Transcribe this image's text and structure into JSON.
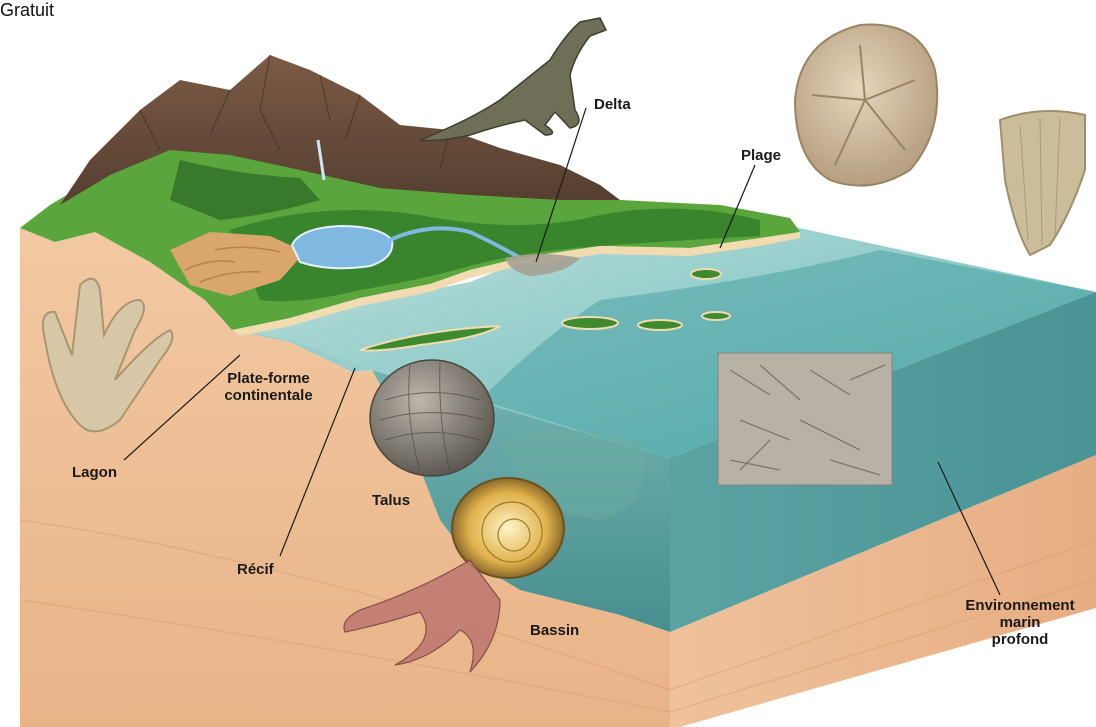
{
  "corner_text": "Gratuit",
  "labels": {
    "delta": "Delta",
    "plage": "Plage",
    "plateforme_line1": "Plate-forme",
    "plateforme_line2": "continentale",
    "lagon": "Lagon",
    "talus": "Talus",
    "recif": "Récif",
    "bassin": "Bassin",
    "env_line1": "Environnement",
    "env_line2": "marin",
    "env_line3": "profond"
  }
}
